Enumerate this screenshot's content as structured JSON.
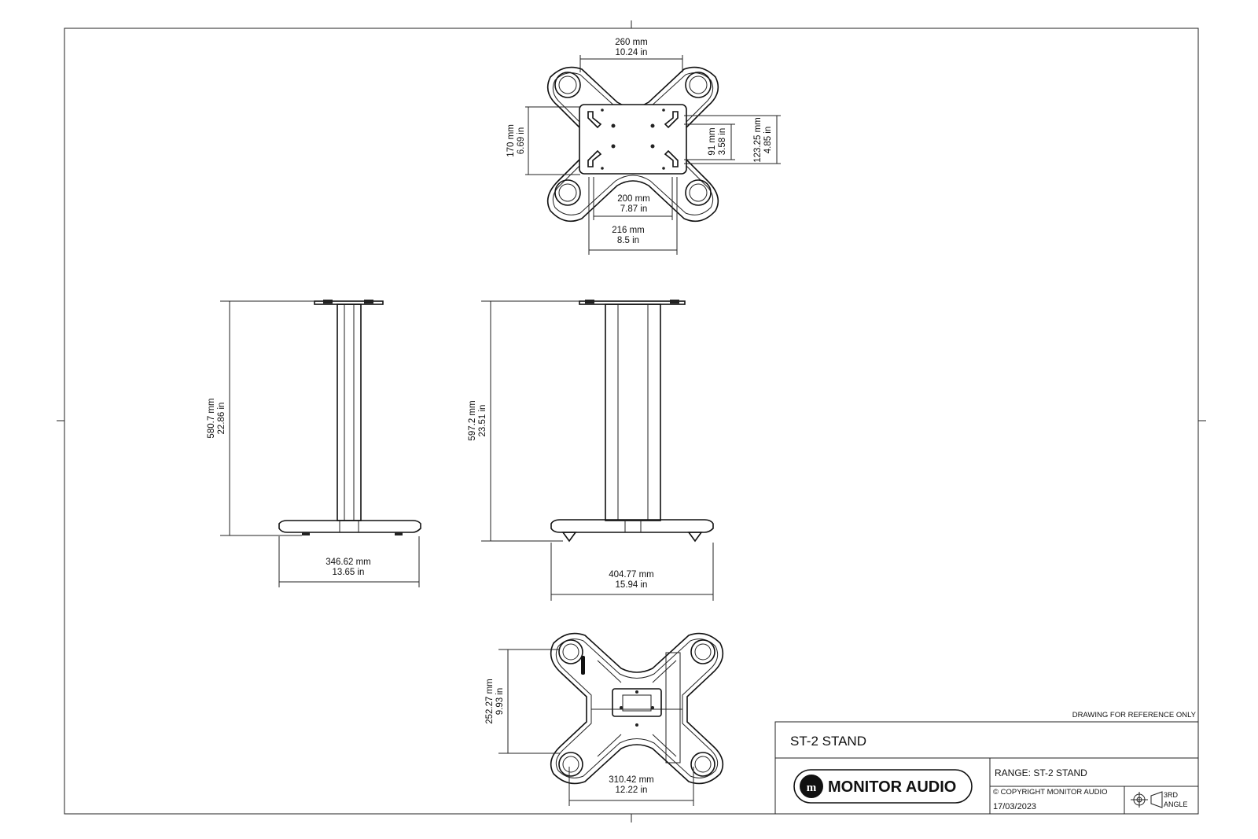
{
  "views": {
    "top": {
      "width_total": [
        "260 mm",
        "10.24 in"
      ],
      "height_left": [
        "170 mm",
        "6.69 in"
      ],
      "height_inner": [
        "91 mm",
        "3.58 in"
      ],
      "height_right": [
        "123.25 mm",
        "4.85 in"
      ],
      "width_inner": [
        "200 mm",
        "7.87 in"
      ],
      "width_plate": [
        "216 mm",
        "8.5 in"
      ]
    },
    "side_left": {
      "height": [
        "580.7 mm",
        "22.86 in"
      ],
      "width": [
        "346.62 mm",
        "13.65 in"
      ]
    },
    "side_right": {
      "height": [
        "597.2 mm",
        "23.51 in"
      ],
      "width": [
        "404.77 mm",
        "15.94 in"
      ]
    },
    "bottom": {
      "height": [
        "252.27 mm",
        "9.93 in"
      ],
      "width": [
        "310.42 mm",
        "12.22 in"
      ]
    }
  },
  "title_block": {
    "note": "DRAWING FOR REFERENCE ONLY",
    "title": "ST-2 STAND",
    "brand": "MONITOR AUDIO",
    "range": "RANGE: ST-2 STAND",
    "copyright": "© COPYRIGHT MONITOR AUDIO",
    "date": "17/03/2023",
    "projection": [
      "3RD",
      "ANGLE"
    ]
  }
}
